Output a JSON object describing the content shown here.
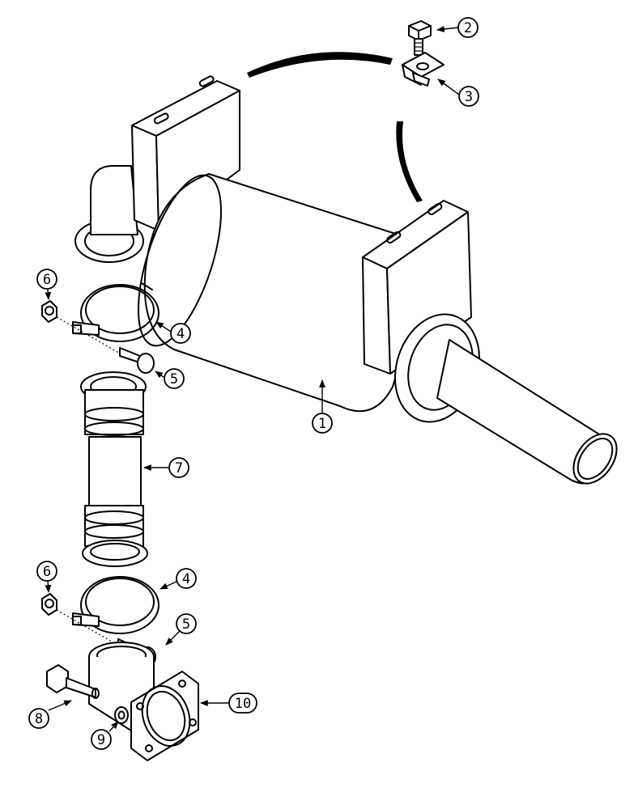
{
  "callouts": {
    "c1": "1",
    "c2": "2",
    "c3": "3",
    "c4a": "4",
    "c4b": "4",
    "c5a": "5",
    "c5b": "5",
    "c6a": "6",
    "c6b": "6",
    "c7": "7",
    "c8": "8",
    "c9": "9",
    "c10": "10"
  },
  "parts": {
    "p1": "muffler",
    "p2": "bolt",
    "p3": "nut",
    "p4": "clamp",
    "p5": "bolt",
    "p6": "nut",
    "p7": "flex-pipe",
    "p8": "bolt",
    "p9": "washer",
    "p10": "elbow-flange"
  },
  "colors": {
    "line": "#000000",
    "background": "#ffffff"
  }
}
